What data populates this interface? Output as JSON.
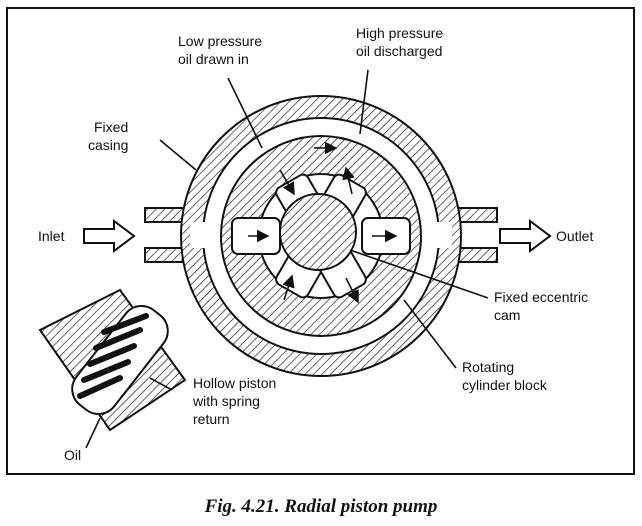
{
  "labels": {
    "low_pressure": [
      "Low pressure",
      "oil drawn in"
    ],
    "high_pressure": [
      "High pressure",
      "oil discharged"
    ],
    "fixed_casing": [
      "Fixed",
      "casing"
    ],
    "inlet": "Inlet",
    "outlet": "Outlet",
    "fixed_cam": [
      "Fixed eccentric",
      "cam"
    ],
    "rotating_block": [
      "Rotating",
      "cylinder block"
    ],
    "hollow_piston": [
      "Hollow piston",
      "with spring",
      "return"
    ],
    "oil": "Oil"
  },
  "caption": "Fig. 4.21. Radial piston pump"
}
